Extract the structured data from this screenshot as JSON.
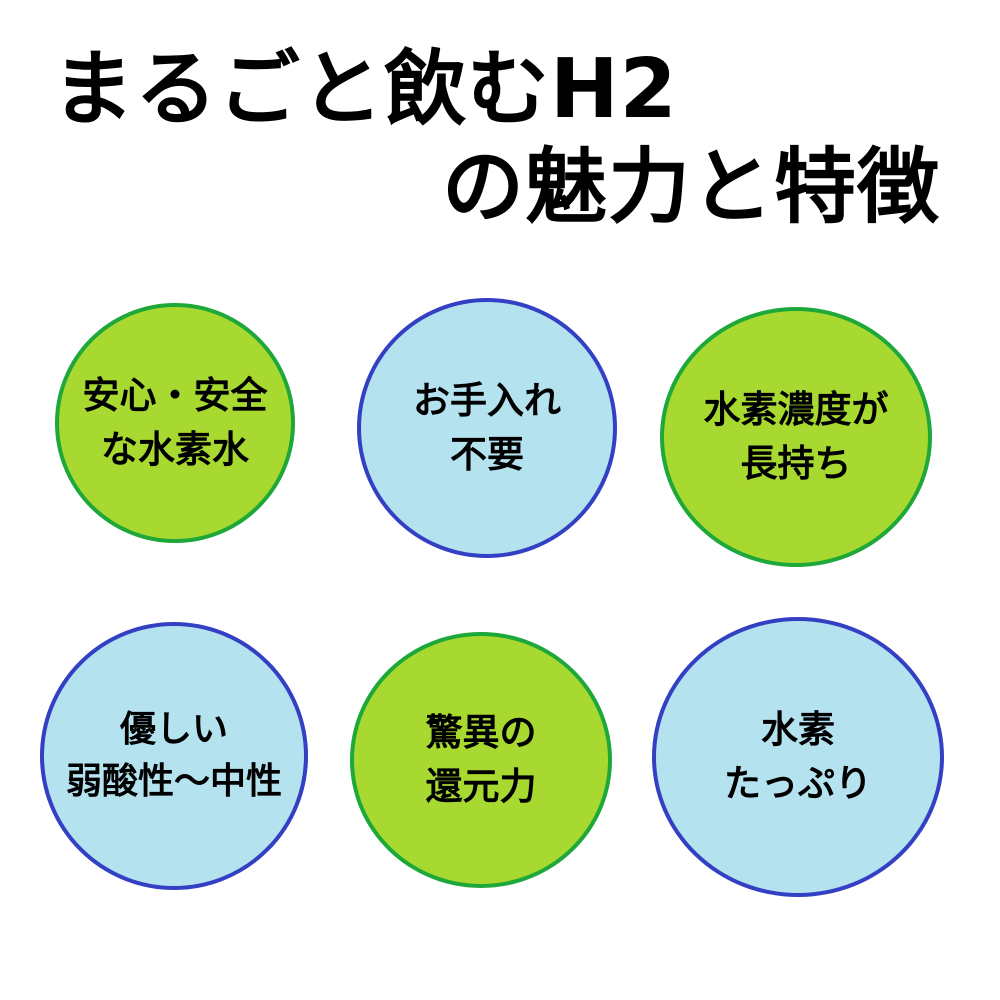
{
  "title": {
    "line1": "まるごと飲むH2",
    "line2": "の魅力と特徴"
  },
  "colors": {
    "green_fill": "#a8d930",
    "green_border": "#1ea83a",
    "blue_fill": "#b5e2ef",
    "blue_border": "#3340c4"
  },
  "features": [
    {
      "line1": "安心・安全",
      "line2": "な水素水",
      "style": "green"
    },
    {
      "line1": "お手入れ",
      "line2": "不要",
      "style": "blue"
    },
    {
      "line1": "水素濃度が",
      "line2": "長持ち",
      "style": "green"
    },
    {
      "line1": "優しい",
      "line2": "弱酸性〜中性",
      "style": "blue"
    },
    {
      "line1": "驚異の",
      "line2": "還元力",
      "style": "green"
    },
    {
      "line1": "水素",
      "line2": "たっぷり",
      "style": "blue"
    }
  ]
}
